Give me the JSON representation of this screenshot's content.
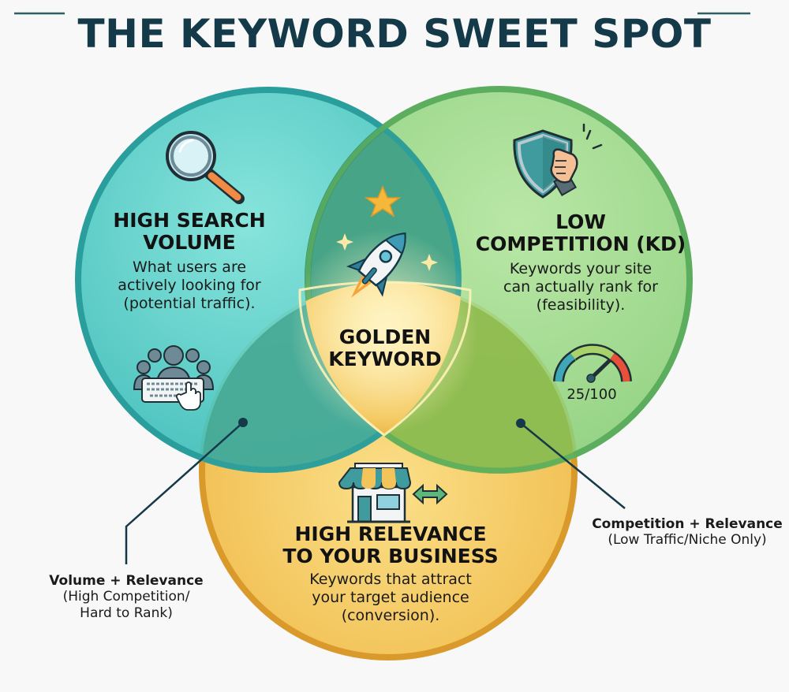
{
  "title": "THE KEYWORD SWEET SPOT",
  "colors": {
    "title": "#143a4a",
    "frame": "#2f5f66",
    "volume_fill": "#4fc9c2",
    "volume_border": "#2a9e9c",
    "competition_fill": "#8fd47c",
    "competition_border": "#5cae5e",
    "relevance_fill": "#f3c45a",
    "relevance_border": "#d99a2b",
    "golden": "#f2b63a",
    "callout_line": "#16394a"
  },
  "circles": {
    "volume": {
      "heading_line1": "HIGH SEARCH",
      "heading_line2": "VOLUME",
      "desc_line1": "What users are",
      "desc_line2": "actively looking for",
      "desc_line3": "(potential traffic).",
      "icon_top": "magnifying-glass-icon",
      "icon_bottom": "users-keyboard-icon"
    },
    "competition": {
      "heading_line1": "LOW",
      "heading_line2": "COMPETITION (KD)",
      "desc_line1": "Keywords your site",
      "desc_line2": "can actually rank for",
      "desc_line3": "(feasibility).",
      "icon_top": "shield-fist-icon",
      "icon_bottom": "gauge-icon",
      "gauge_value": "25/100"
    },
    "relevance": {
      "heading_line1": "HIGH RELEVANCE",
      "heading_line2": "TO YOUR BUSINESS",
      "desc_line1": "Keywords that attract",
      "desc_line2": "your target audience",
      "desc_line3": "(conversion).",
      "icon_top": "storefront-icon",
      "icon_side": "double-arrow-icon"
    }
  },
  "center": {
    "line1": "GOLDEN",
    "line2": "KEYWORD",
    "icons": [
      "star-icon",
      "rocket-icon",
      "sparkle-icon"
    ]
  },
  "callouts": {
    "volume_relevance": {
      "title": "Volume + Relevance",
      "sub_line1": "(High Competition/",
      "sub_line2": "Hard to Rank)"
    },
    "competition_relevance": {
      "title": "Competition + Relevance",
      "sub_line1": "(Low Traffic/Niche Only)"
    }
  }
}
